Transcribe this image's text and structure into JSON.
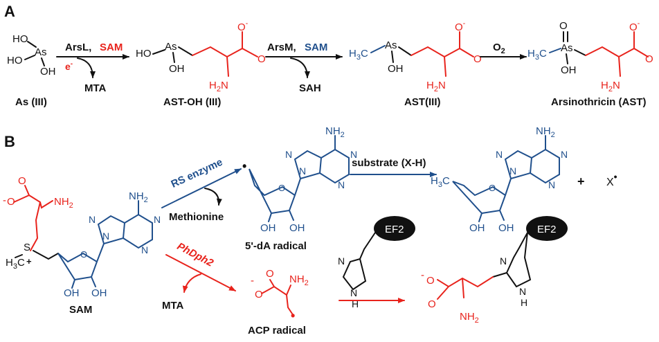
{
  "panel_a": {
    "label": "A",
    "step1": {
      "enzyme": "ArsL,",
      "cofactor": "SAM",
      "electron": "e",
      "electron_sup": "-",
      "byproduct": "MTA"
    },
    "step2": {
      "enzyme": "ArsM,",
      "cofactor": "SAM",
      "byproduct": "SAH"
    },
    "step3": {
      "reagent": "O",
      "reagent_sub": "2"
    },
    "compounds": {
      "as3": "As (III)",
      "astoh": "AST-OH (III)",
      "ast3": "AST(III)",
      "ast": "Arsinothricin (AST)"
    },
    "atoms": {
      "ho": "HO",
      "as": "As",
      "oh": "OH",
      "o": "O",
      "o_minus": "O",
      "minus": "-",
      "h2n": "H",
      "h2n_sub": "2",
      "h2n_n": "N",
      "h3c": "H",
      "h3c_sub": "3",
      "h3c_c": "C"
    }
  },
  "panel_b": {
    "label": "B",
    "rs_enzyme": "RS enzyme",
    "methionine": "Methionine",
    "dA_radical": "5'-dA radical",
    "substrate": "substrate (X-H)",
    "plus": "+",
    "x_radical": "X",
    "radical_dot": "•",
    "phdph2": "PhDph2",
    "mta": "MTA",
    "acp_radical": "ACP radical",
    "sam": "SAM",
    "ef2": "EF2",
    "atoms": {
      "nh2": "NH",
      "sub2": "2",
      "n": "N",
      "oh": "OH",
      "o": "O",
      "s": "S",
      "plus": "+",
      "h3c": "H",
      "sub3": "3",
      "c": "C",
      "nh_h": "H",
      "minus": "-"
    }
  },
  "colors": {
    "black": "#111111",
    "red": "#e8231c",
    "blue": "#1f4f8c"
  }
}
